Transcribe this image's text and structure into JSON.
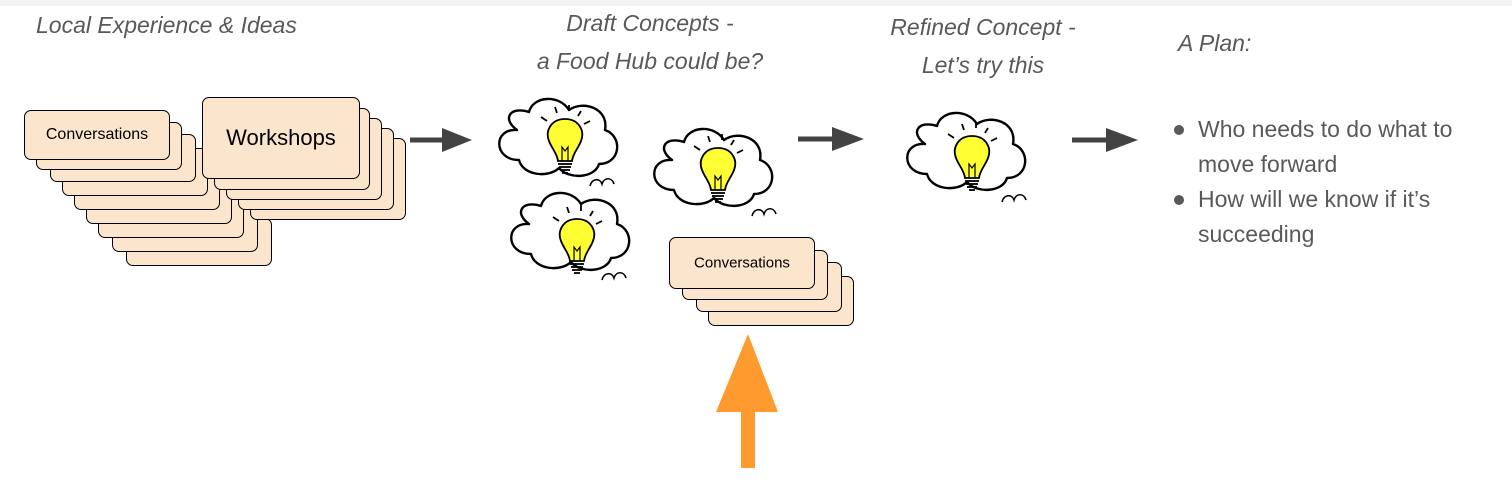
{
  "stages": {
    "local": {
      "title": "Local Experience & Ideas"
    },
    "draft": {
      "title_line1": "Draft Concepts -",
      "title_line2": "a Food Hub could be?"
    },
    "refined": {
      "title_line1": "Refined Concept -",
      "title_line2": "Let’s try this"
    },
    "plan": {
      "title": "A Plan:",
      "items": [
        {
          "line1": "Who needs to do what to",
          "line2": "move forward"
        },
        {
          "line1": "How will we know if it’s",
          "line2": "succeeding"
        }
      ]
    }
  },
  "cards": {
    "conversations_label": "Conversations",
    "workshops_label": "Workshops"
  },
  "colors": {
    "card_fill": "#fce5cd",
    "arrow_gray": "#434343",
    "highlight_arrow": "#ff9a2e",
    "bulb_yellow": "#ffff33",
    "text_gray": "#595959"
  },
  "icons": [
    "thought-cloud-icon",
    "lightbulb-icon",
    "right-arrow-icon",
    "up-arrow-icon"
  ]
}
